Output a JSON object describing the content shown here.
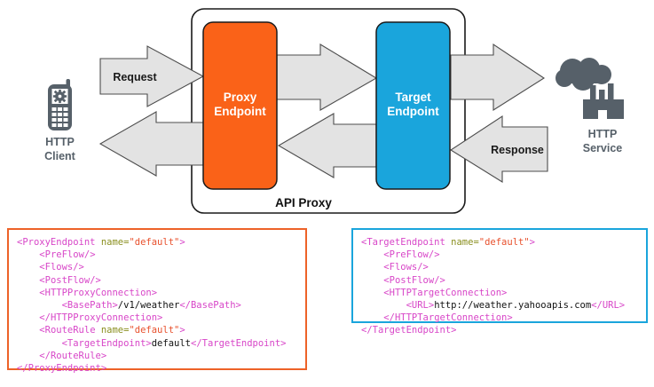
{
  "diagram": {
    "title": "API Proxy request/response flow",
    "container": {
      "label": "API Proxy"
    },
    "boxes": [
      {
        "id": "proxy-endpoint",
        "label_line1": "Proxy",
        "label_line2": "Endpoint",
        "color": "#FA6218"
      },
      {
        "id": "target-endpoint",
        "label_line1": "Target",
        "label_line2": "Endpoint",
        "color": "#1AA5DC"
      }
    ],
    "nodes": [
      {
        "id": "http-client",
        "label_line1": "HTTP",
        "label_line2": "Client",
        "icon": "mobile-phone-gear-icon",
        "color": "#566069"
      },
      {
        "id": "http-service",
        "label_line1": "HTTP",
        "label_line2": "Service",
        "icon": "cloud-factory-icon",
        "color": "#566069"
      }
    ],
    "arrows": [
      {
        "id": "request-arrow",
        "label": "Request",
        "direction": "right"
      },
      {
        "id": "proxy-to-target-arrow",
        "label": "",
        "direction": "right"
      },
      {
        "id": "target-to-service-arrow",
        "label": "",
        "direction": "right"
      },
      {
        "id": "service-to-target-arrow",
        "label": "Response",
        "direction": "left"
      },
      {
        "id": "target-to-proxy-arrow",
        "label": "",
        "direction": "left"
      },
      {
        "id": "proxy-to-client-arrow",
        "label": "",
        "direction": "left"
      }
    ],
    "arrow_fill": "#E3E3E3",
    "arrow_stroke": "#4d4d4d"
  },
  "code_panels": [
    {
      "id": "proxy-endpoint-code",
      "border_color": "#ED6228",
      "lines": [
        [
          [
            "tg",
            "<ProxyEndpoint "
          ],
          [
            "at",
            "name="
          ],
          [
            "av",
            "\"default\""
          ],
          [
            "tg",
            ">"
          ]
        ],
        [
          [
            "tx",
            "    "
          ],
          [
            "tg",
            "<PreFlow/>"
          ]
        ],
        [
          [
            "tx",
            "    "
          ],
          [
            "tg",
            "<Flows/>"
          ]
        ],
        [
          [
            "tx",
            "    "
          ],
          [
            "tg",
            "<PostFlow/>"
          ]
        ],
        [
          [
            "tx",
            "    "
          ],
          [
            "tg",
            "<HTTPProxyConnection>"
          ]
        ],
        [
          [
            "tx",
            "        "
          ],
          [
            "tg",
            "<BasePath>"
          ],
          [
            "tx",
            "/v1/weather"
          ],
          [
            "tg",
            "</BasePath>"
          ]
        ],
        [
          [
            "tx",
            "    "
          ],
          [
            "tg",
            "</HTTPProxyConnection>"
          ]
        ],
        [
          [
            "tx",
            "    "
          ],
          [
            "tg",
            "<RouteRule "
          ],
          [
            "at",
            "name="
          ],
          [
            "av",
            "\"default\""
          ],
          [
            "tg",
            ">"
          ]
        ],
        [
          [
            "tx",
            "        "
          ],
          [
            "tg",
            "<TargetEndpoint>"
          ],
          [
            "tx",
            "default"
          ],
          [
            "tg",
            "</TargetEndpoint>"
          ]
        ],
        [
          [
            "tx",
            "    "
          ],
          [
            "tg",
            "</RouteRule>"
          ]
        ],
        [
          [
            "tg",
            "</ProxyEndpoint>"
          ]
        ]
      ],
      "plain_text": "<ProxyEndpoint name=\"default\">\n    <PreFlow/>\n    <Flows/>\n    <PostFlow/>\n    <HTTPProxyConnection>\n        <BasePath>/v1/weather</BasePath>\n    </HTTPProxyConnection>\n    <RouteRule name=\"default\">\n        <TargetEndpoint>default</TargetEndpoint>\n    </RouteRule>\n</ProxyEndpoint>"
    },
    {
      "id": "target-endpoint-code",
      "border_color": "#1AA5DC",
      "lines": [
        [
          [
            "tg",
            "<TargetEndpoint "
          ],
          [
            "at",
            "name="
          ],
          [
            "av",
            "\"default\""
          ],
          [
            "tg",
            ">"
          ]
        ],
        [
          [
            "tx",
            "    "
          ],
          [
            "tg",
            "<PreFlow/>"
          ]
        ],
        [
          [
            "tx",
            "    "
          ],
          [
            "tg",
            "<Flows/>"
          ]
        ],
        [
          [
            "tx",
            "    "
          ],
          [
            "tg",
            "<PostFlow/>"
          ]
        ],
        [
          [
            "tx",
            "    "
          ],
          [
            "tg",
            "<HTTPTargetConnection>"
          ]
        ],
        [
          [
            "tx",
            "        "
          ],
          [
            "tg",
            "<URL>"
          ],
          [
            "tx",
            "http://weather.yahooapis.com"
          ],
          [
            "tg",
            "</URL>"
          ]
        ],
        [
          [
            "tx",
            "    "
          ],
          [
            "tg",
            "</HTTPTargetConnection>"
          ]
        ],
        [
          [
            "tg",
            "</TargetEndpoint>"
          ]
        ]
      ],
      "plain_text": "<TargetEndpoint name=\"default\">\n    <PreFlow/>\n    <Flows/>\n    <PostFlow/>\n    <HTTPTargetConnection>\n        <URL>http://weather.yahooapis.com</URL>\n    </HTTPTargetConnection>\n</TargetEndpoint>"
    }
  ]
}
